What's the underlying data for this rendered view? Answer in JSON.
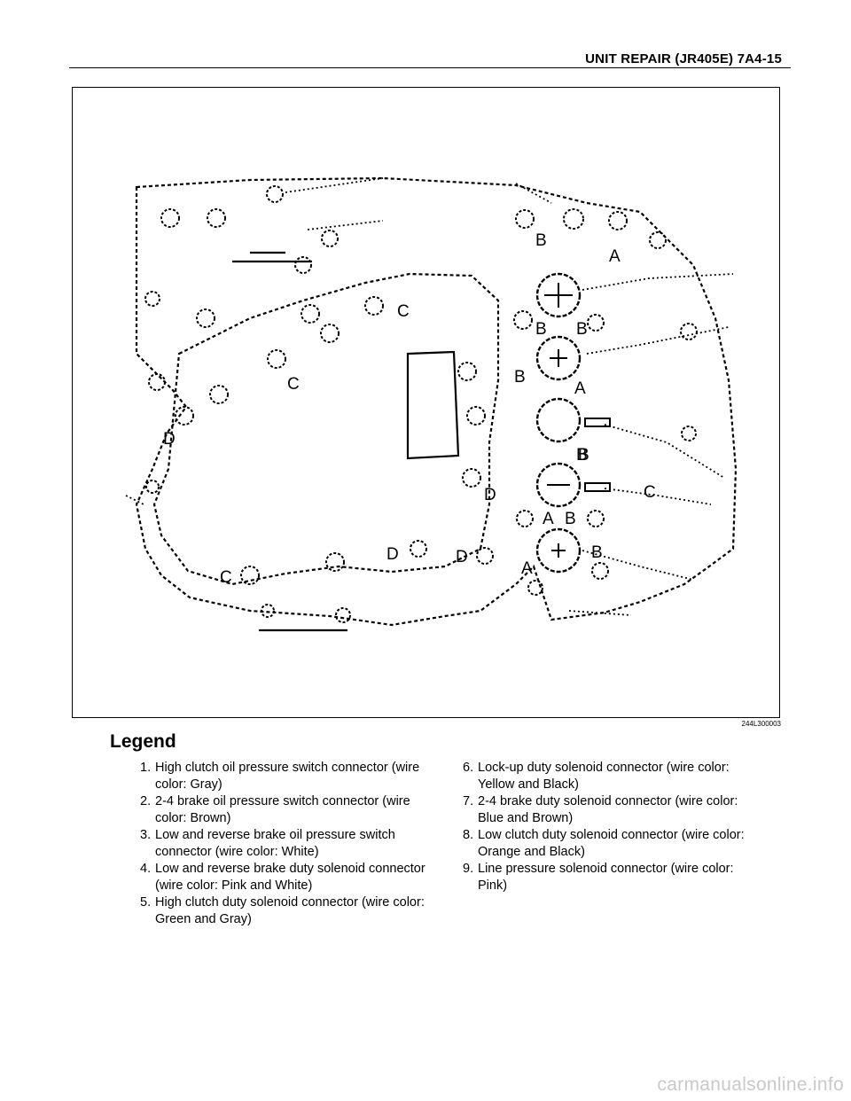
{
  "header": {
    "title": "UNIT REPAIR (JR405E)  7A4-15"
  },
  "figure": {
    "id": "244L300003",
    "callouts": [
      "B",
      "A",
      "B",
      "B",
      "B",
      "A",
      "B",
      "D",
      "C",
      "C",
      "C",
      "D",
      "D",
      "D",
      "A",
      "B",
      "A",
      "B",
      "B",
      "C"
    ]
  },
  "legend": {
    "heading": "Legend",
    "items": [
      {
        "num": "1.",
        "text": "High clutch oil pressure switch connector (wire color: Gray)"
      },
      {
        "num": "2.",
        "text": "2-4 brake oil pressure switch connector (wire color: Brown)"
      },
      {
        "num": "3.",
        "text": "Low and reverse brake oil pressure switch connector (wire color: White)"
      },
      {
        "num": "4.",
        "text": "Low and reverse brake duty solenoid connector (wire color: Pink and White)"
      },
      {
        "num": "5.",
        "text": "High clutch duty solenoid connector (wire color: Green and Gray)"
      },
      {
        "num": "6.",
        "text": "Lock-up duty solenoid connector (wire color: Yellow and Black)"
      },
      {
        "num": "7.",
        "text": "2-4 brake duty solenoid connector (wire color: Blue and Brown)"
      },
      {
        "num": "8.",
        "text": "Low clutch duty solenoid connector (wire color: Orange and Black)"
      },
      {
        "num": "9.",
        "text": "Line pressure solenoid connector (wire color: Pink)"
      }
    ]
  },
  "watermark": "carmanualsonline.info"
}
